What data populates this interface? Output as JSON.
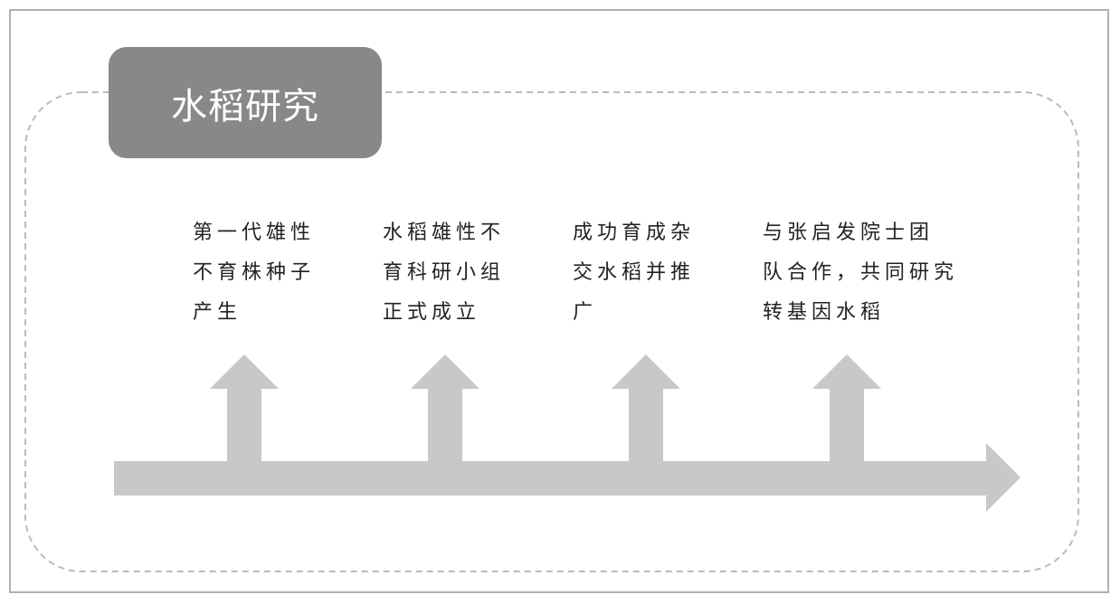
{
  "title": "水稻研究",
  "colors": {
    "title_bg": "#888888",
    "arrow": "#c8c8c8",
    "dashed_border": "#bbbbbb"
  },
  "events": [
    {
      "lines": [
        "第一代雄性",
        "不育株种子",
        "产生"
      ]
    },
    {
      "lines": [
        "水稻雄性不",
        "育科研小组",
        "正式成立"
      ]
    },
    {
      "lines": [
        "成功育成杂",
        "交水稻并推",
        "广"
      ]
    },
    {
      "lines": [
        "与张启发院士团",
        "队合作，共同研究",
        "转基因水稻"
      ]
    }
  ]
}
